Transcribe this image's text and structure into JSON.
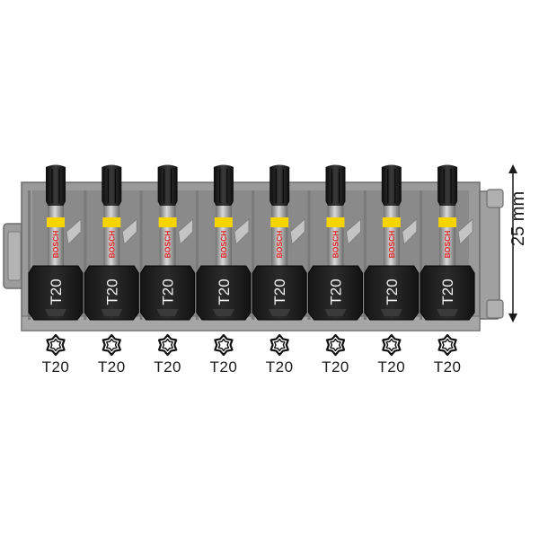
{
  "product": {
    "brand_print": "BOSCH",
    "bit_size": "T20",
    "bit_count": 8,
    "accent_color": "#f5d400",
    "holder_color": "#9a9a9a",
    "bit_color": "#1c1c1c"
  },
  "bits": [
    {
      "tip_label": "T20",
      "brand": "BOSCH",
      "icon": "torx-star-icon"
    },
    {
      "tip_label": "T20",
      "brand": "BOSCH",
      "icon": "torx-star-icon"
    },
    {
      "tip_label": "T20",
      "brand": "BOSCH",
      "icon": "torx-star-icon"
    },
    {
      "tip_label": "T20",
      "brand": "BOSCH",
      "icon": "torx-star-icon"
    },
    {
      "tip_label": "T20",
      "brand": "BOSCH",
      "icon": "torx-star-icon"
    },
    {
      "tip_label": "T20",
      "brand": "BOSCH",
      "icon": "torx-star-icon"
    },
    {
      "tip_label": "T20",
      "brand": "BOSCH",
      "icon": "torx-star-icon"
    },
    {
      "tip_label": "T20",
      "brand": "BOSCH",
      "icon": "torx-star-icon"
    }
  ],
  "labels": [
    "T20",
    "T20",
    "T20",
    "T20",
    "T20",
    "T20",
    "T20",
    "T20"
  ],
  "dimension": {
    "text": "25 mm"
  }
}
